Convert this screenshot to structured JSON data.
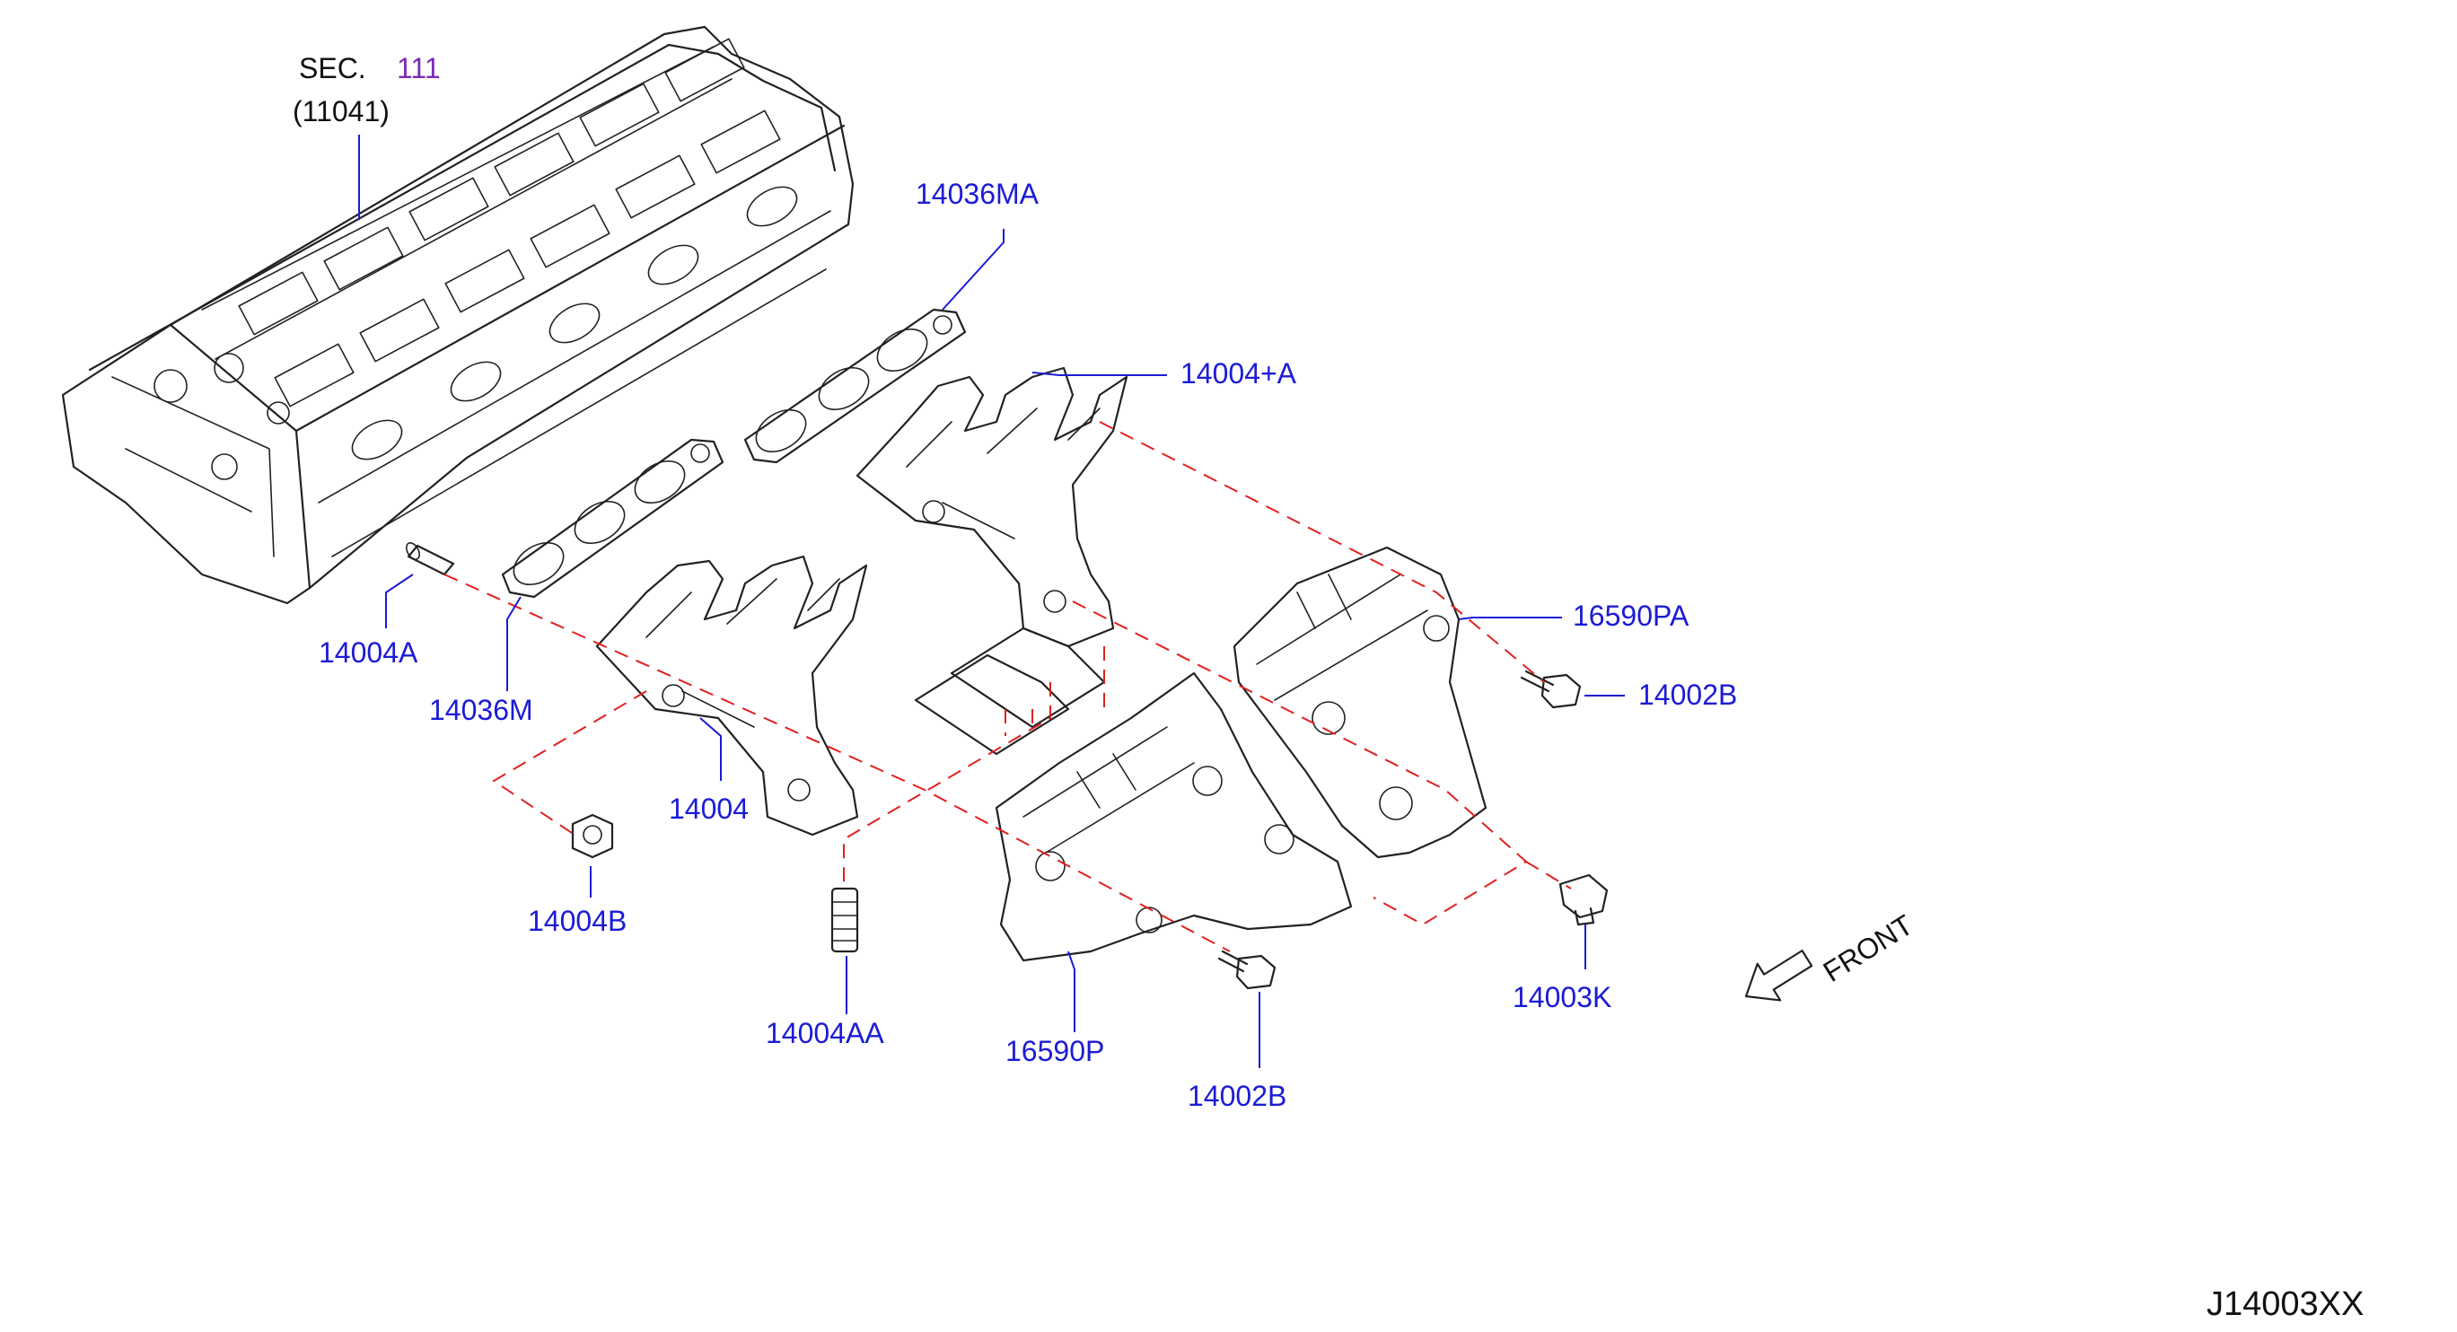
{
  "section_ref": {
    "prefix": "SEC.",
    "number": "111",
    "part": "(11041)"
  },
  "labels": {
    "gasket_upper": "14036MA",
    "manifold_upper": "14004+A",
    "stud": "14004A",
    "gasket_lower": "14036M",
    "manifold_lower": "14004",
    "cover_upper": "16590PA",
    "bolt_upper": "14002B",
    "nut": "14004B",
    "stud_long": "14004AA",
    "cover_lower": "16590P",
    "bolt_lower": "14002B",
    "bolt_side": "14003K"
  },
  "front_text": "FRONT",
  "diagram_id": "J14003XX",
  "colors": {
    "label": "#1b1bd6",
    "section_number": "#7a2ab8",
    "dashed_line": "#e02020",
    "ink": "#222222"
  }
}
